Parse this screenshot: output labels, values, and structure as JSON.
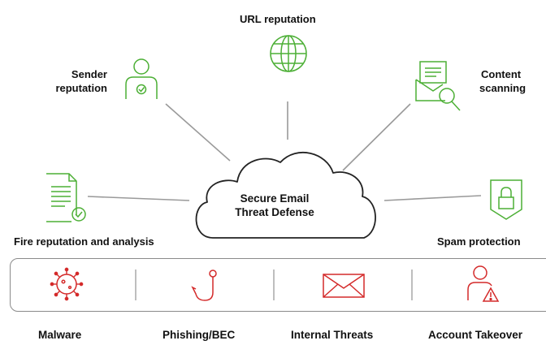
{
  "center": {
    "line1": "Secure Email",
    "line2": "Threat Defense"
  },
  "protections": {
    "url_reputation": "URL reputation",
    "sender_reputation_line1": "Sender",
    "sender_reputation_line2": "reputation",
    "content_scanning_line1": "Content",
    "content_scanning_line2": "scanning",
    "file_reputation": "Fire reputation and analysis",
    "spam_protection": "Spam protection"
  },
  "threats": [
    "Malware",
    "Phishing/BEC",
    "Internal Threats",
    "Account Takeover"
  ],
  "colors": {
    "protection_icon": "#4caf35",
    "threat_icon": "#d42a2a",
    "connector": "#9a9a9a",
    "text": "#111111"
  },
  "icons": {
    "url_reputation": "globe-icon",
    "sender_reputation": "user-check-icon",
    "content_scanning": "envelope-search-icon",
    "file_reputation": "document-check-icon",
    "spam_protection": "shield-lock-icon",
    "malware": "virus-icon",
    "phishing": "fishhook-icon",
    "internal_threats": "envelope-icon",
    "account_takeover": "user-warning-icon"
  }
}
